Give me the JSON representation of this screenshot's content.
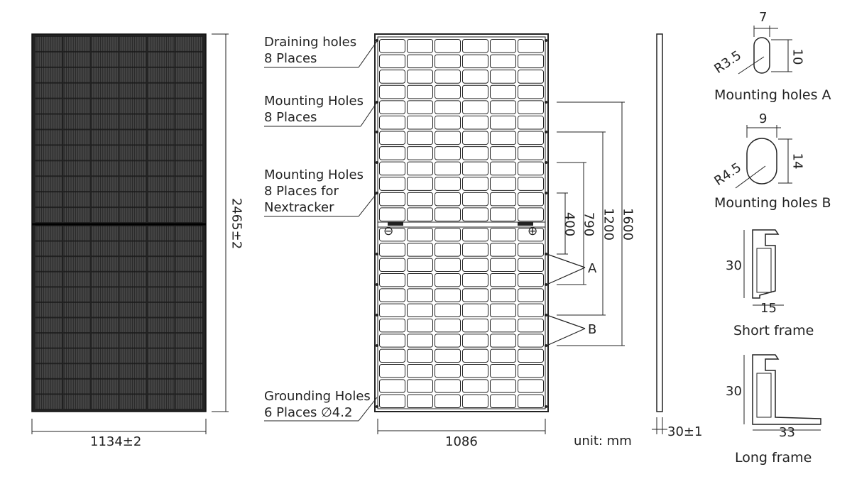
{
  "front_view": {
    "height_dim": "2465±2",
    "width_dim": "1134±2"
  },
  "back_view": {
    "labels": {
      "draining": [
        "Draining holes",
        "8 Places"
      ],
      "mounting": [
        "Mounting Holes",
        "8 Places"
      ],
      "nextracker": [
        "Mounting Holes",
        "8 Places for",
        "Nextracker"
      ],
      "grounding": [
        "Grounding Holes",
        "6 Places ∅4.2"
      ]
    },
    "dims": {
      "d400": "400",
      "d790": "790",
      "d1200": "1200",
      "d1600": "1600",
      "width": "1086"
    },
    "callouts": {
      "a": "A",
      "b": "B"
    },
    "terminals": {
      "neg": "⊖",
      "pos": "⊕"
    }
  },
  "side_view": {
    "thickness_dim": "30±1"
  },
  "unit": "unit: mm",
  "details": {
    "holes_a": {
      "width": "7",
      "height": "10",
      "radius": "R3.5",
      "caption": "Mounting holes A"
    },
    "holes_b": {
      "width": "9",
      "height": "14",
      "radius": "R4.5",
      "caption": "Mounting holes B"
    },
    "short_frame": {
      "height": "30",
      "width": "15",
      "caption": "Short frame"
    },
    "long_frame": {
      "height": "30",
      "width": "33",
      "caption": "Long frame"
    }
  }
}
